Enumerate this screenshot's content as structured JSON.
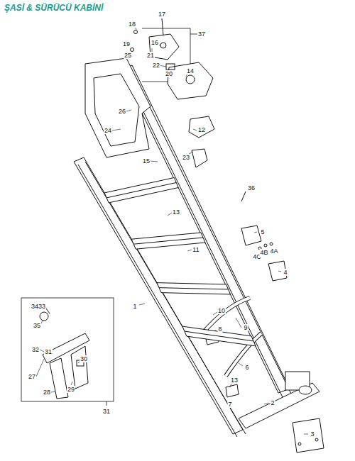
{
  "diagram": {
    "title": "ŞASİ & SÜRÜCÜ KABİNİ",
    "labels": [
      "17",
      "18",
      "37",
      "19",
      "16",
      "21",
      "22",
      "20",
      "25",
      "14",
      "26",
      "24",
      "12",
      "15",
      "23",
      "36",
      "13",
      "5",
      "11",
      "4C",
      "4B",
      "4A",
      "4",
      "1",
      "10",
      "9",
      "8",
      "6",
      "13",
      "7",
      "2",
      "3",
      "3433",
      "35",
      "32",
      "31",
      "30",
      "27",
      "29",
      "28",
      "31"
    ]
  }
}
